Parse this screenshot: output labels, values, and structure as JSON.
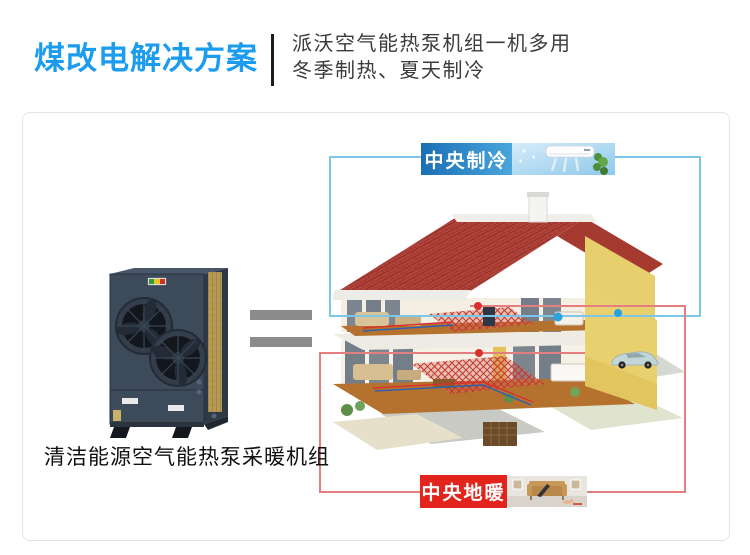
{
  "header": {
    "title": "煤改电解决方案",
    "tagline_line1": "派沃空气能热泵机组一机多用",
    "tagline_line2": "冬季制热、夏天制冷"
  },
  "diagram": {
    "unit_caption": "清洁能源空气能热泵采暖机组",
    "cooling_badge_label": "中央制冷",
    "heating_badge_label": "中央地暖"
  },
  "colors": {
    "title_blue": "#1B9CEE",
    "cooling_badge_gradient_start": "#1A6FB4",
    "cooling_badge_gradient_end": "#4AA6DC",
    "heating_badge_red": "#E3241D",
    "cooling_line": "#7CC6E8",
    "heating_line": "#E57F7F",
    "equals_gray": "#8B8B8B",
    "roof_red": "#B2433A",
    "wall_yellow": "#E9D06E"
  },
  "icons": {
    "equals_icon": "two-gray-bars",
    "air_conditioner_photo": "wall-ac-with-plant",
    "living_room_photo": "sofa-scene",
    "heat_pump_photo": "dual-fan-heat-pump",
    "house_cutaway_illustration": "3d-villa-cutaway"
  }
}
